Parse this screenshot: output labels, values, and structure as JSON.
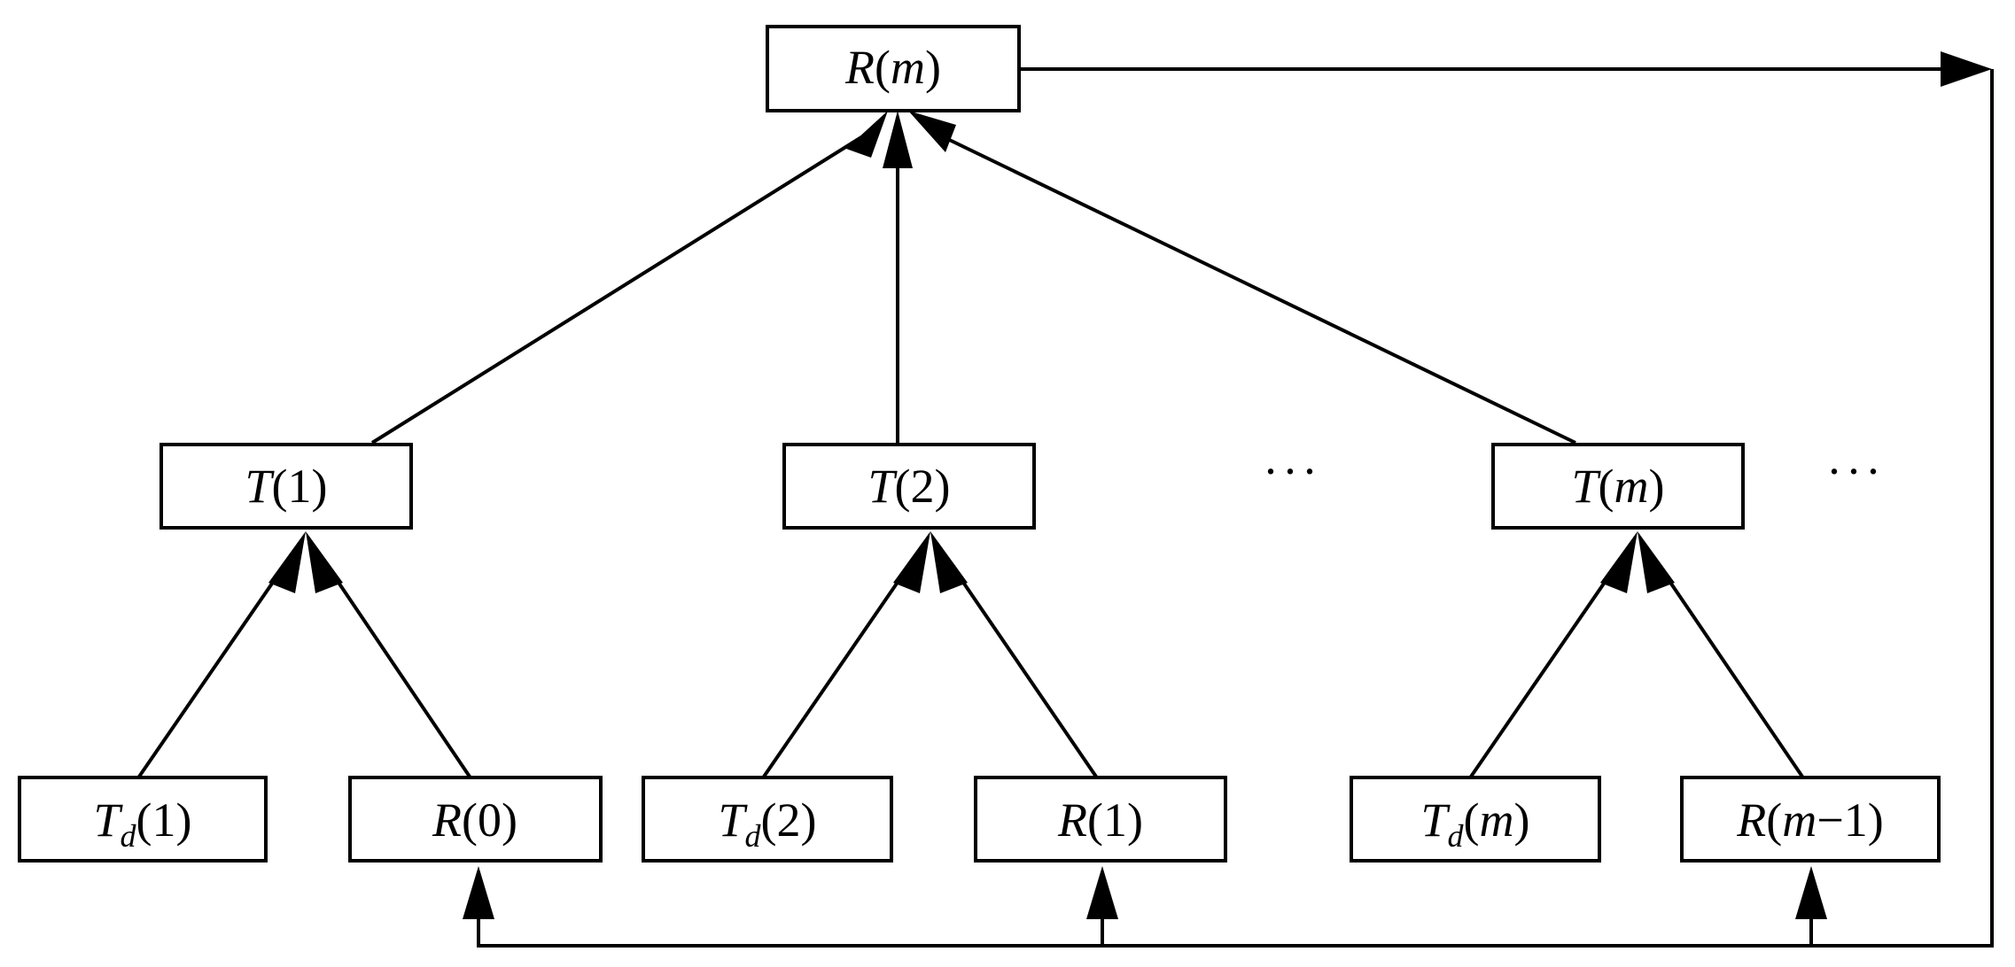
{
  "diagram": {
    "colors": {
      "stroke": "#000000",
      "background": "#ffffff"
    },
    "nodes": {
      "r_m": {
        "var": "R",
        "arg": "m"
      },
      "t_1": {
        "var": "T",
        "arg": "1"
      },
      "t_2": {
        "var": "T",
        "arg": "2"
      },
      "t_m": {
        "var": "T",
        "arg": "m"
      },
      "td_1": {
        "var": "T",
        "sub": "d",
        "arg": "1"
      },
      "r_0": {
        "var": "R",
        "arg": "0"
      },
      "td_2": {
        "var": "T",
        "sub": "d",
        "arg": "2"
      },
      "r_1": {
        "var": "R",
        "arg": "1"
      },
      "td_m": {
        "var": "T",
        "sub": "d",
        "arg": "m"
      },
      "r_m_1": {
        "var": "R",
        "arg_var": "m",
        "arg_rest": "−1"
      }
    },
    "ellipses": {
      "middle": "···",
      "right": "···"
    }
  }
}
